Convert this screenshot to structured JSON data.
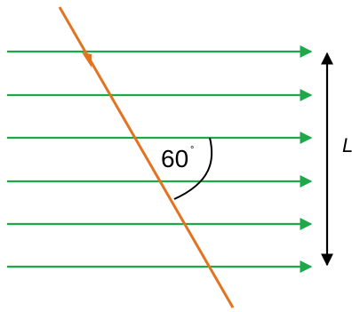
{
  "diagram": {
    "angle_value": "60",
    "degree_symbol": "°",
    "length_symbol": "L",
    "field_line_count": 6,
    "colors": {
      "field_lines": "#1fa84a",
      "wire": "#e27320",
      "annotation": "#000000"
    }
  }
}
